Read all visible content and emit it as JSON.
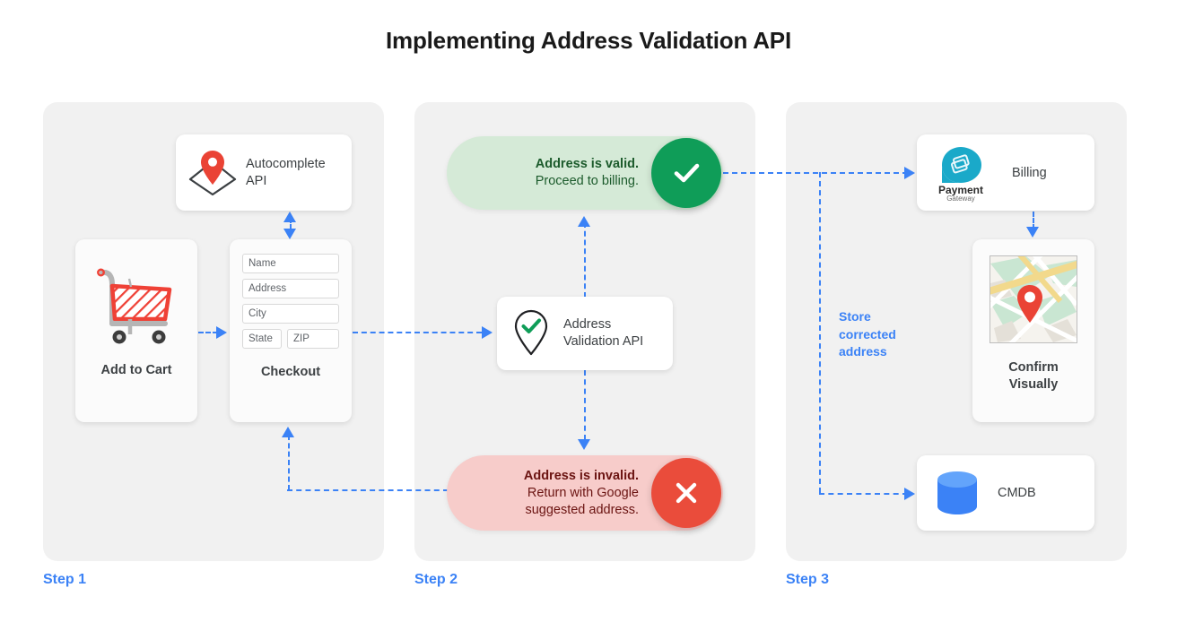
{
  "page": {
    "title": "Implementing Address Validation API",
    "accent_blue": "#3b82f6",
    "panel_bg": "#f1f1f1",
    "valid_green": "#0f9d58",
    "invalid_red": "#ea4c3b"
  },
  "steps": [
    {
      "label": "Step 1"
    },
    {
      "label": "Step 2"
    },
    {
      "label": "Step 3"
    }
  ],
  "step1": {
    "autocomplete_card": {
      "icon": "map-pin-diamond-icon",
      "label_line1": "Autocomplete",
      "label_line2": "API"
    },
    "cart_card": {
      "icon": "shopping-cart-icon",
      "label": "Add to Cart"
    },
    "checkout_card": {
      "label": "Checkout",
      "fields": [
        {
          "name": "name-field",
          "placeholder": "Name"
        },
        {
          "name": "address-field",
          "placeholder": "Address"
        },
        {
          "name": "city-field",
          "placeholder": "City"
        },
        {
          "name": "state-field",
          "placeholder": "State"
        },
        {
          "name": "zip-field",
          "placeholder": "ZIP"
        }
      ]
    }
  },
  "step2": {
    "valid_pill": {
      "icon": "check-circle-icon",
      "line1": "Address is valid.",
      "line2": "Proceed to billing."
    },
    "validation_card": {
      "icon": "pin-check-icon",
      "label_line1": "Address",
      "label_line2": "Validation API"
    },
    "invalid_pill": {
      "icon": "x-circle-icon",
      "line1": "Address is invalid.",
      "line2": "Return with Google",
      "line3": "suggested address."
    }
  },
  "step3": {
    "billing_card": {
      "icon": "payment-gateway-logo",
      "logo_line1": "Payment",
      "logo_line2": "Gateway",
      "label": "Billing"
    },
    "confirm_card": {
      "icon": "map-thumbnail-icon",
      "label_line1": "Confirm",
      "label_line2": "Visually"
    },
    "cmdb_card": {
      "icon": "database-cylinder-icon",
      "label": "CMDB"
    },
    "store_note": {
      "line1": "Store",
      "line2": "corrected",
      "line3": "address"
    }
  }
}
